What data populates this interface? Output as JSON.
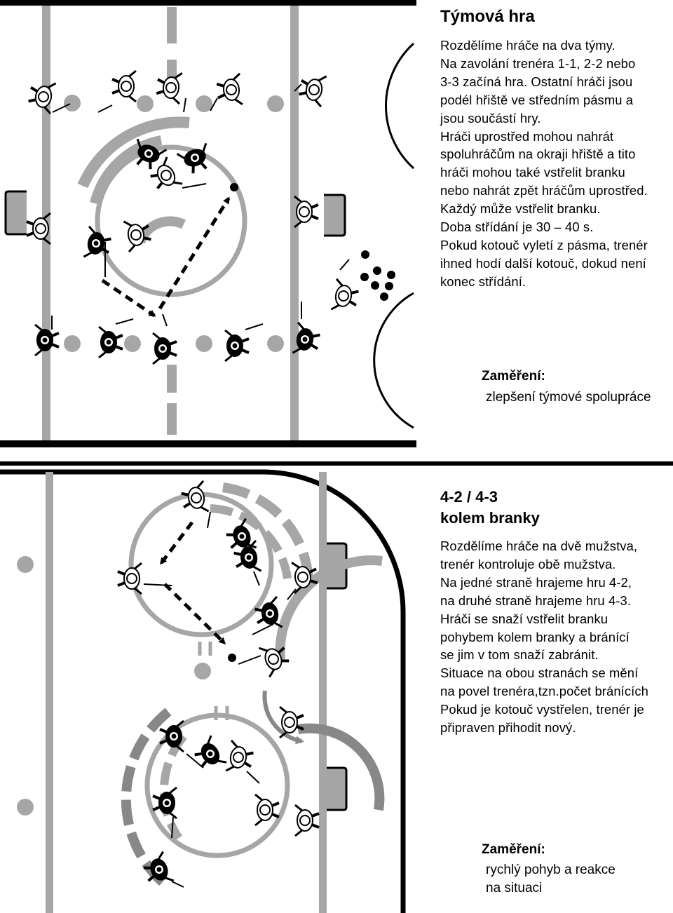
{
  "drill1": {
    "title": "Týmová hra",
    "description": "Rozdělíme hráče na dva týmy.\nNa zavolání trenéra 1-1, 2-2 nebo\n3-3 začíná hra. Ostatní hráči jsou\npodél hřiště ve středním pásmu a\njsou součástí hry.\nHráči uprostřed mohou nahrát\nspoluhráčům na okraji hřiště a tito\nhráči mohou také vstřelit branku\nnebo nahrát zpět hráčům uprostřed.\nKaždý může vstřelit branku.\nDoba střídání je 30 – 40 s.\nPokud kotouč vyletí z pásma, trenér\nihned hodí další kotouč, dokud není\nkonec střídání.",
    "focus_label": "Zaměření:",
    "focus_text": "zlepšení týmové spolupráce"
  },
  "drill2": {
    "title_line1": "4-2 / 4-3",
    "title_line2": "kolem branky",
    "description": "Rozdělíme hráče na dvě mužstva,\ntrenér kontroluje obě mužstva.\nNa jedné straně hrajeme hru 4-2,\nna druhé straně hrajeme hru 4-3.\nHráči se snaží vstřelit branku\npohybem kolem branky a bránící\nse jim v tom snaží zabránit.\nSituace na obou stranách se mění\nna povel trenéra,tzn.počet bránících\nPokud je kotouč vystřelen, trenér je\npřipraven přihodit nový.",
    "focus_label": "Zaměření:",
    "focus_text": "rychlý pohyb a reakce\nna situaci"
  },
  "colors": {
    "line_gray": "#a6a6a6",
    "dark_gray": "#888888",
    "black": "#000000"
  }
}
